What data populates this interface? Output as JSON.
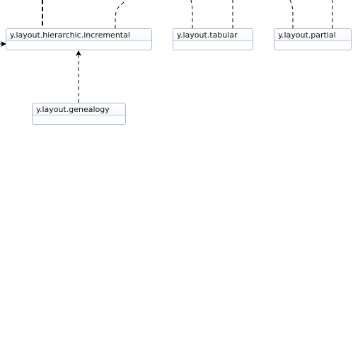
{
  "diagram": {
    "nodes": [
      {
        "id": "incremental",
        "label": "y.layout.hierarchic.incremental"
      },
      {
        "id": "tabular",
        "label": "y.layout.tabular"
      },
      {
        "id": "partial",
        "label": "y.layout.partial"
      },
      {
        "id": "genealogy",
        "label": "y.layout.genealogy"
      }
    ],
    "edges": [
      {
        "from": "genealogy",
        "to": "incremental",
        "style": "dashed"
      }
    ],
    "colors": {
      "node_border": "#a9b6d8",
      "edge": "#000000",
      "background": "#ffffff"
    }
  }
}
